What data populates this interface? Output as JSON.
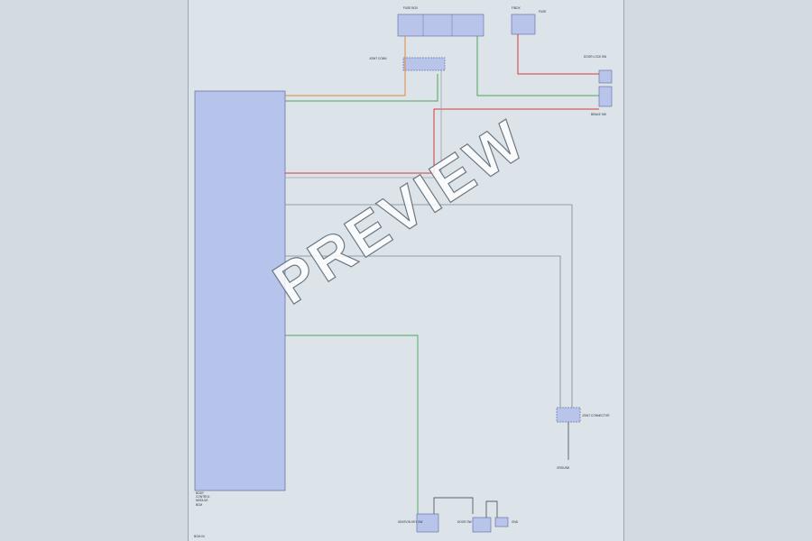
{
  "watermark": "PREVIEW",
  "colors": {
    "background": "#d4dbe0",
    "sheet": "#dde4e9",
    "module_fill": "#b6c3eb",
    "module_stroke": "#6b77a6",
    "connector_fill": "#b8c4ea",
    "wire_orange": "#e0883a",
    "wire_green": "#4aa35a",
    "wire_red": "#d23a3a",
    "wire_gray": "#7d8790",
    "wire_blue": "#3b4fbf",
    "wire_black": "#2d3640"
  },
  "diagram": {
    "module_title": "BCM",
    "module_name_line1": "BODY",
    "module_name_line2": "CONTROL",
    "module_name_line3": "MODULE",
    "fuse_box_1_title": "FUSE BOX",
    "fuse_box_2_title": "F/BOX",
    "fuse_box_3_title": "FUSE",
    "mid_connector_label": "JOINT CONN",
    "right_connector_1_label": "DOOR LOCK SW",
    "right_connector_2_label": "BRAKE SW",
    "bottom_right_connector_label": "JOINT CONNECTOR",
    "bottom_right_ground_label": "GROUND",
    "bottom_item_1_label": "IGNITION KEY SW",
    "bottom_item_2_label": "DOOR SW",
    "bottom_item_3_label": "GND",
    "page_ref": "BCM-04"
  }
}
